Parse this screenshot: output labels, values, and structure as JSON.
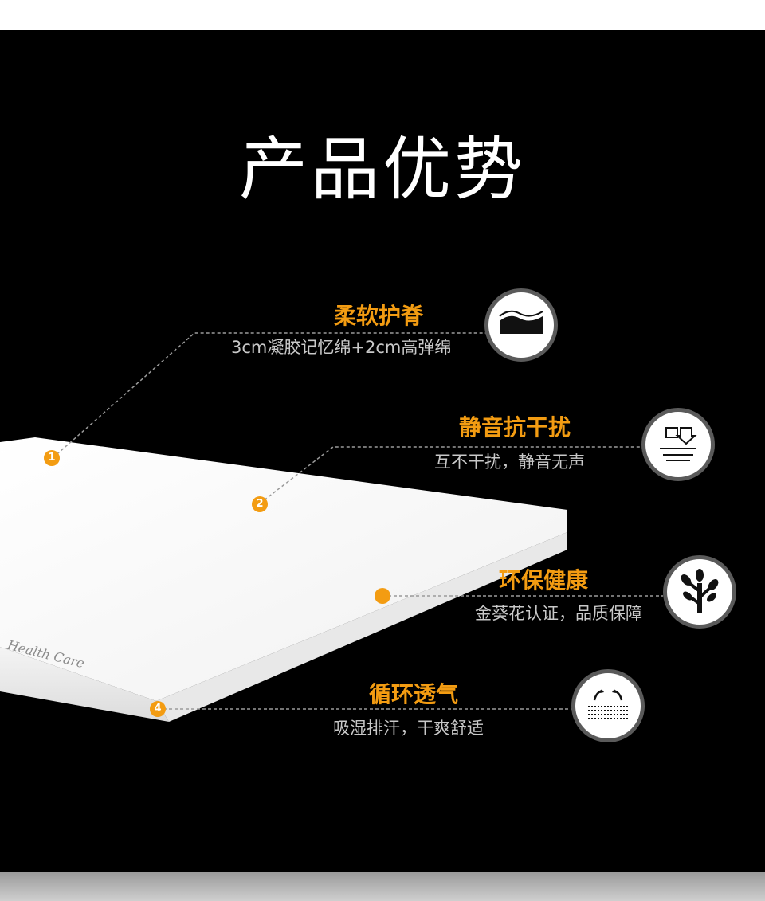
{
  "page": {
    "title": "产品优势",
    "brand_text": "Health Care"
  },
  "features": [
    {
      "title": "柔软护脊",
      "desc": "3cm凝胶记忆绵+2cm高弹绵",
      "marker": "1",
      "icon": "foam-layer-icon"
    },
    {
      "title": "静音抗干扰",
      "desc": "互不干扰，静音无声",
      "marker": "2",
      "icon": "anti-interference-icon"
    },
    {
      "title": "环保健康",
      "desc": "金葵花认证，品质保障",
      "marker": "",
      "icon": "tree-icon"
    },
    {
      "title": "循环透气",
      "desc": "吸湿排汗，干爽舒适",
      "marker": "4",
      "icon": "breathable-icon"
    }
  ],
  "colors": {
    "accent": "#f39c12",
    "background": "#000000",
    "text": "#ffffff"
  }
}
